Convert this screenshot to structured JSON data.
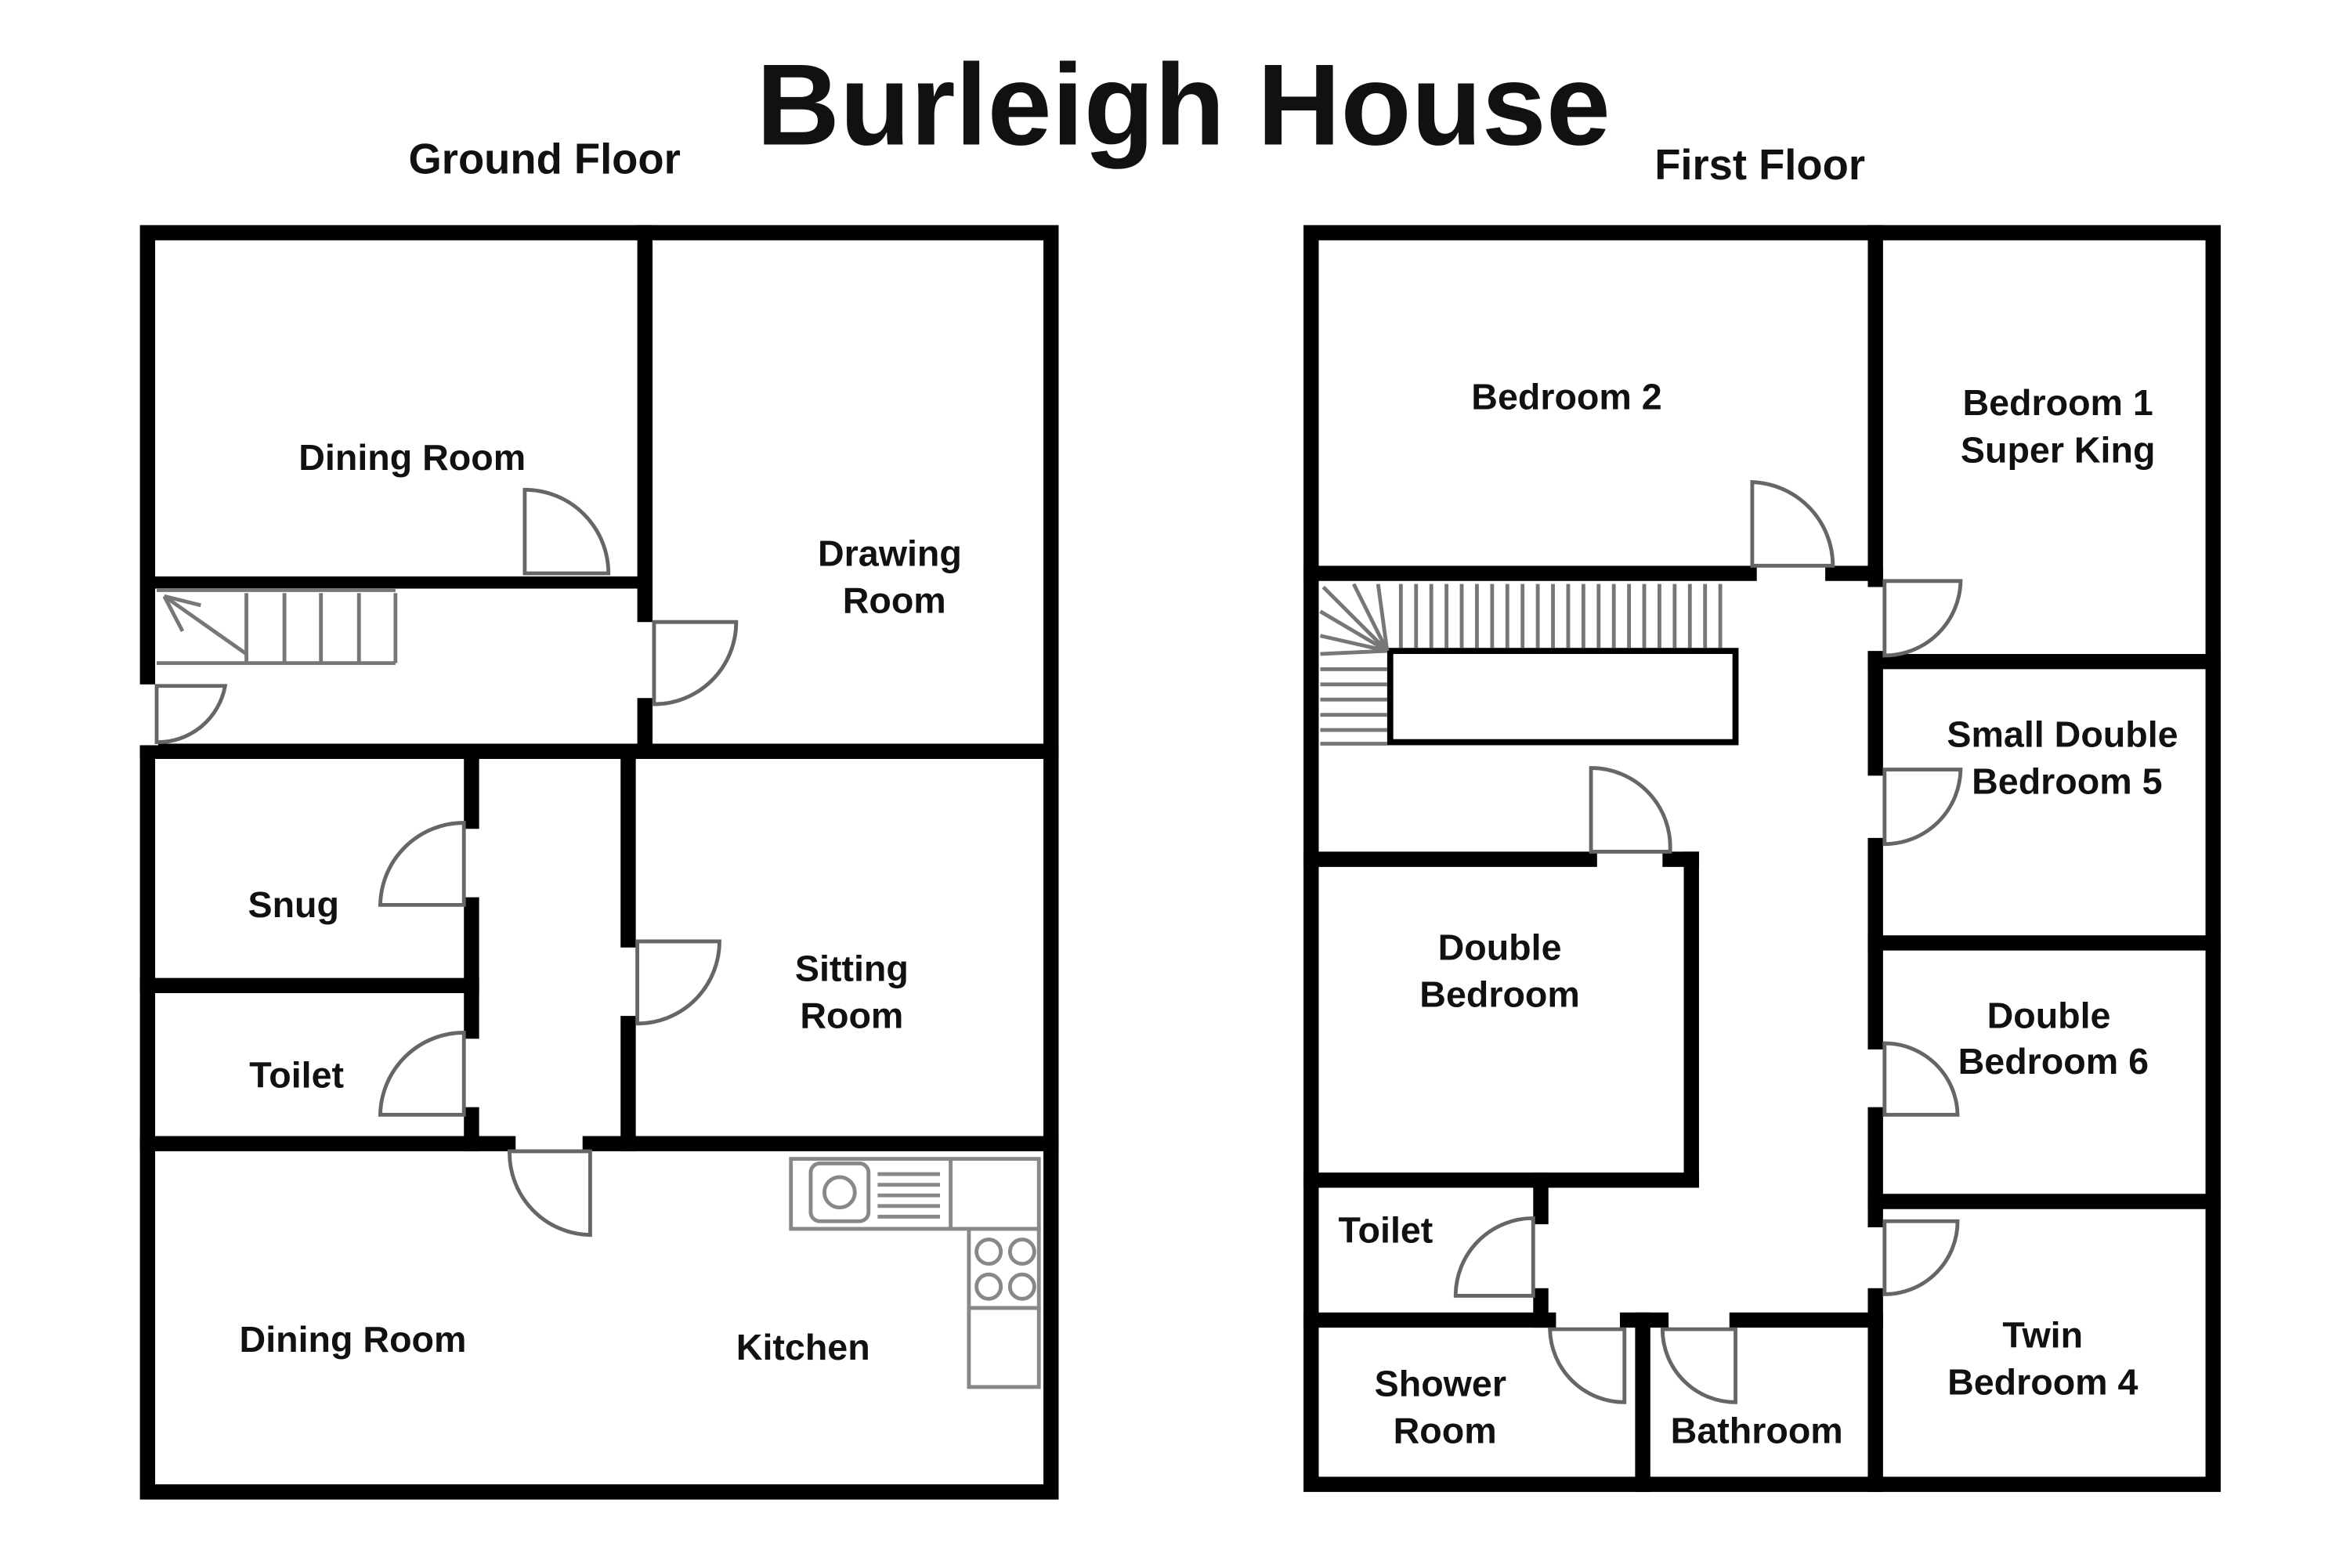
{
  "title": "Burleigh House",
  "floors": {
    "ground": {
      "title": "Ground Floor",
      "rooms": {
        "dining_top": "Dining Room",
        "drawing": [
          "Drawing",
          "Room"
        ],
        "snug": "Snug",
        "toilet": "Toilet",
        "sitting": [
          "Sitting",
          "Room"
        ],
        "dining_bottom": "Dining Room",
        "kitchen": "Kitchen"
      }
    },
    "first": {
      "title": "First Floor",
      "rooms": {
        "bedroom2": "Bedroom 2",
        "bedroom1": [
          "Bedroom 1",
          "Super King"
        ],
        "bedroom5": [
          "Small Double",
          "Bedroom 5"
        ],
        "double_bedroom": [
          "Double",
          "Bedroom"
        ],
        "bedroom6": [
          "Double",
          "Bedroom 6"
        ],
        "toilet": "Toilet",
        "shower": [
          "Shower",
          "Room"
        ],
        "bathroom": "Bathroom",
        "bedroom4": [
          "Twin",
          "Bedroom 4"
        ]
      }
    }
  }
}
